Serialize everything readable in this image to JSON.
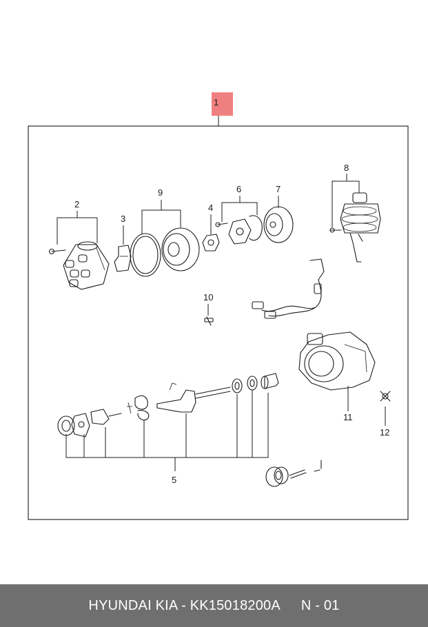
{
  "diagram": {
    "assembly_label": "1",
    "assembly_badge_color": "#f08080",
    "callouts": {
      "c2": "2",
      "c3": "3",
      "c4": "4",
      "c5": "5",
      "c6": "6",
      "c7": "7",
      "c8": "8",
      "c9": "9",
      "c10": "10",
      "c11": "11",
      "c12": "12"
    }
  },
  "footer": {
    "brand": "HYUNDAI  KIA - KK15018200A",
    "page": "N - 01",
    "background": "#6f6f6f"
  }
}
